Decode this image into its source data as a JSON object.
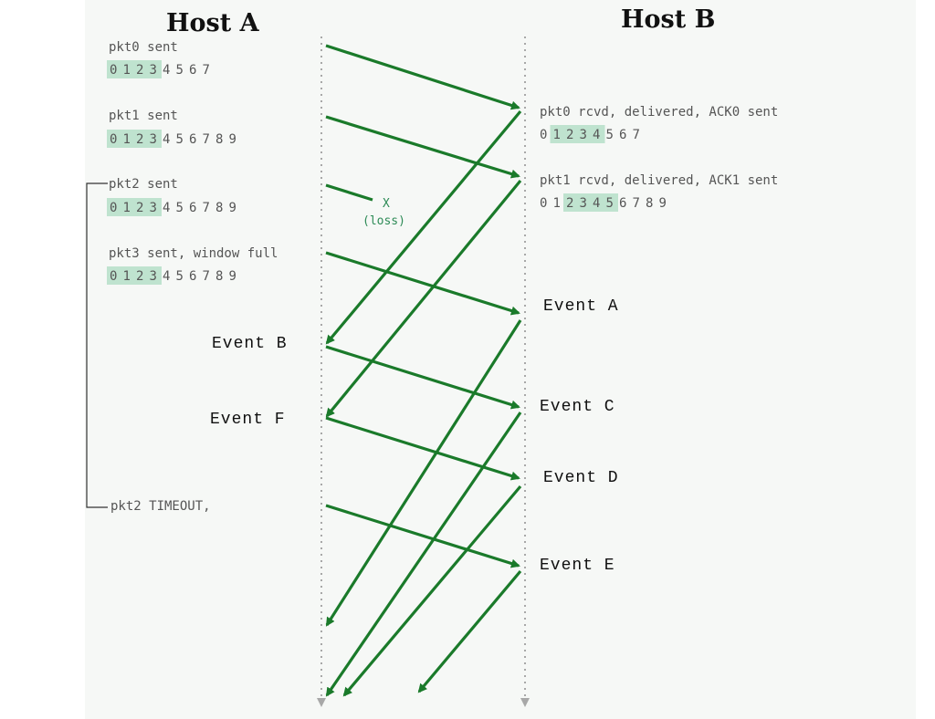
{
  "hosts": {
    "a": "Host A",
    "b": "Host B"
  },
  "host_a": {
    "pkt0": {
      "label": "pkt0 sent",
      "seq": [
        "0",
        "1",
        "2",
        "3",
        "4",
        "5",
        "6",
        "7"
      ],
      "window": [
        0,
        3
      ]
    },
    "pkt1": {
      "label": "pkt1 sent",
      "seq": [
        "0",
        "1",
        "2",
        "3",
        "4",
        "5",
        "6",
        "7",
        "8",
        "9"
      ],
      "window": [
        0,
        3
      ]
    },
    "pkt2": {
      "label": "pkt2 sent",
      "seq": [
        "0",
        "1",
        "2",
        "3",
        "4",
        "5",
        "6",
        "7",
        "8",
        "9"
      ],
      "window": [
        0,
        3
      ]
    },
    "pkt3": {
      "label": "pkt3 sent, window full",
      "seq": [
        "0",
        "1",
        "2",
        "3",
        "4",
        "5",
        "6",
        "7",
        "8",
        "9"
      ],
      "window": [
        0,
        3
      ]
    },
    "timeout": "pkt2 TIMEOUT,"
  },
  "host_b": {
    "pkt0": {
      "label": "pkt0 rcvd, delivered, ACK0 sent",
      "seq": [
        "0",
        "1",
        "2",
        "3",
        "4",
        "5",
        "6",
        "7"
      ],
      "window": [
        1,
        4
      ]
    },
    "pkt1": {
      "label": "pkt1 rcvd, delivered, ACK1 sent",
      "seq": [
        "0",
        "1",
        "2",
        "3",
        "4",
        "5",
        "6",
        "7",
        "8",
        "9"
      ],
      "window": [
        2,
        5
      ]
    }
  },
  "loss": {
    "mark": "X",
    "label": "(loss)"
  },
  "events": {
    "a": "Event A",
    "b": "Event B",
    "c": "Event C",
    "d": "Event D",
    "e": "Event E",
    "f": "Event F"
  },
  "colors": {
    "arrow": "#1a7a2a",
    "window": "#bfe3cf",
    "timeline": "#a8a8a8"
  }
}
